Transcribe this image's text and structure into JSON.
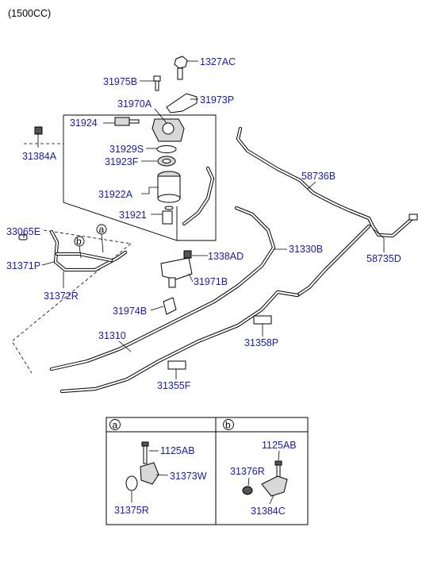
{
  "header": {
    "engine_label": "(1500CC)"
  },
  "parts": {
    "p1327AC": "1327AC",
    "p31975B": "31975B",
    "p31973P": "31973P",
    "p31970A": "31970A",
    "p31924": "31924",
    "p31929S": "31929S",
    "p31923F": "31923F",
    "p31384A": "31384A",
    "p31922A": "31922A",
    "p31921": "31921",
    "p58736B": "58736B",
    "p58735D": "58735D",
    "p33065E": "33065E",
    "p31371P": "31371P",
    "p31372R": "31372R",
    "p1338AD": "1338AD",
    "p31330B": "31330B",
    "p31971B": "31971B",
    "p31974B": "31974B",
    "p31310": "31310",
    "p31358P": "31358P",
    "p31355F": "31355F"
  },
  "refs": {
    "a": "a",
    "b": "b"
  },
  "detail": {
    "panel_a": {
      "tag": "a",
      "bolt": "1125AB",
      "bracket": "31373W",
      "grommet": "31375R"
    },
    "panel_b": {
      "tag": "b",
      "bolt": "1125AB",
      "grommet": "31376R",
      "clip": "31384C"
    }
  }
}
